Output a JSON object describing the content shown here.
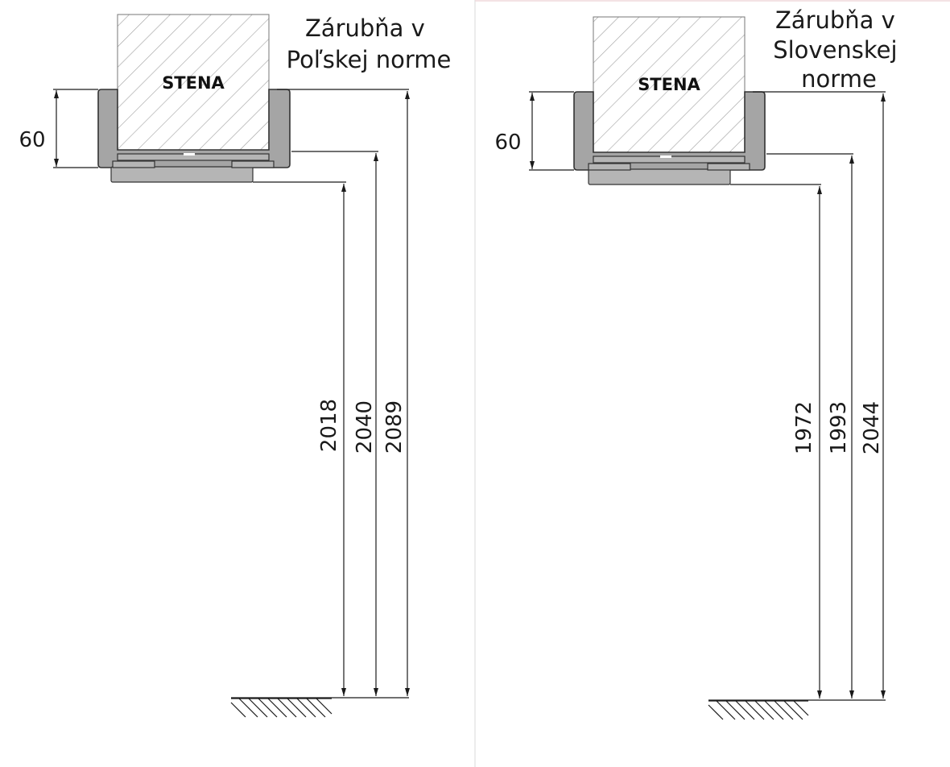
{
  "panels": [
    {
      "title_lines": [
        "Zárubňa v",
        "Poľskej norme"
      ],
      "wall_label": "STENA",
      "frame_depth": "60",
      "dims": [
        "2018",
        "2040",
        "2089"
      ]
    },
    {
      "title_lines": [
        "Zárubňa v",
        "Slovenskej",
        "norme"
      ],
      "wall_label": "STENA",
      "frame_depth": "60",
      "dims": [
        "1972",
        "1993",
        "2044"
      ]
    }
  ],
  "colors": {
    "frame": "#a5a5a5",
    "hatch": "#9a9a9a",
    "divider": "#e6e6e6"
  }
}
